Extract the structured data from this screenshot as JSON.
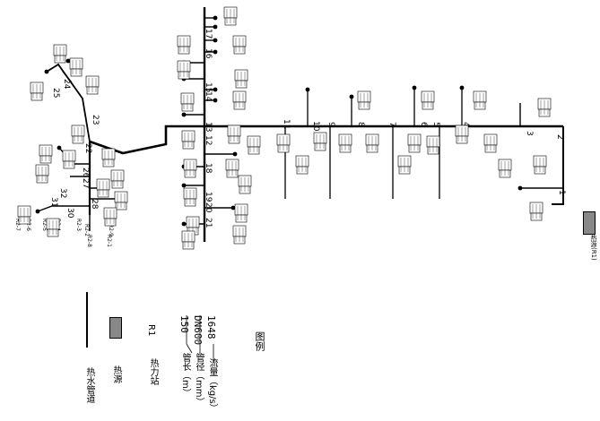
{
  "legend": {
    "title": "图例",
    "sample_flow": "1648",
    "sample_diameter": "DN600",
    "sample_length": "150",
    "flow_caption": "流量（kg/s）",
    "diameter_caption": "管径（mm）",
    "length_caption": "管长（m）",
    "station_id": "R1",
    "station_caption": "热力站",
    "source_caption": "热源",
    "pipe_caption": "热水管道"
  },
  "source_label": "热源(R1)",
  "node_numbers": [
    "1",
    "2",
    "3",
    "4",
    "5",
    "6",
    "7",
    "8",
    "9",
    "10",
    "11",
    "12",
    "13",
    "14",
    "15",
    "16",
    "17",
    "18",
    "19",
    "20",
    "21",
    "22",
    "23",
    "24",
    "25",
    "26",
    "27",
    "28",
    "30",
    "31",
    "32"
  ],
  "station_labels": [
    "R2-1",
    "R2-2",
    "R2-3",
    "R2-4",
    "R2-5",
    "R2-6",
    "R2-7",
    "R2-8",
    "R2-9"
  ]
}
